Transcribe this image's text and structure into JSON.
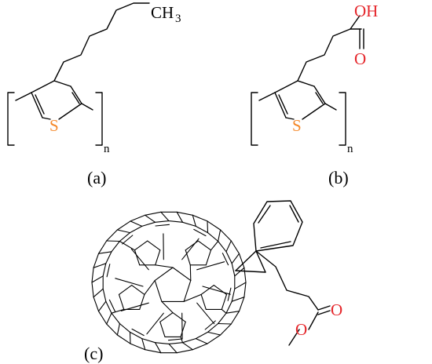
{
  "colors": {
    "sulfur": "#f5892a",
    "oxygen": "#e5262b",
    "bond": "#000000",
    "text": "#000000"
  },
  "panel_a": {
    "caption": "(a)",
    "sulfur_label": "S",
    "methyl_label": "CH",
    "methyl_subscript": "3",
    "repeat_label": "n"
  },
  "panel_b": {
    "caption": "(b)",
    "sulfur_label": "S",
    "hydroxyl_label": "OH",
    "carbonyl_label": "O",
    "repeat_label": "n"
  },
  "panel_c": {
    "caption": "(c)",
    "carbonyl_label": "O",
    "ester_oxygen_label": "O"
  }
}
